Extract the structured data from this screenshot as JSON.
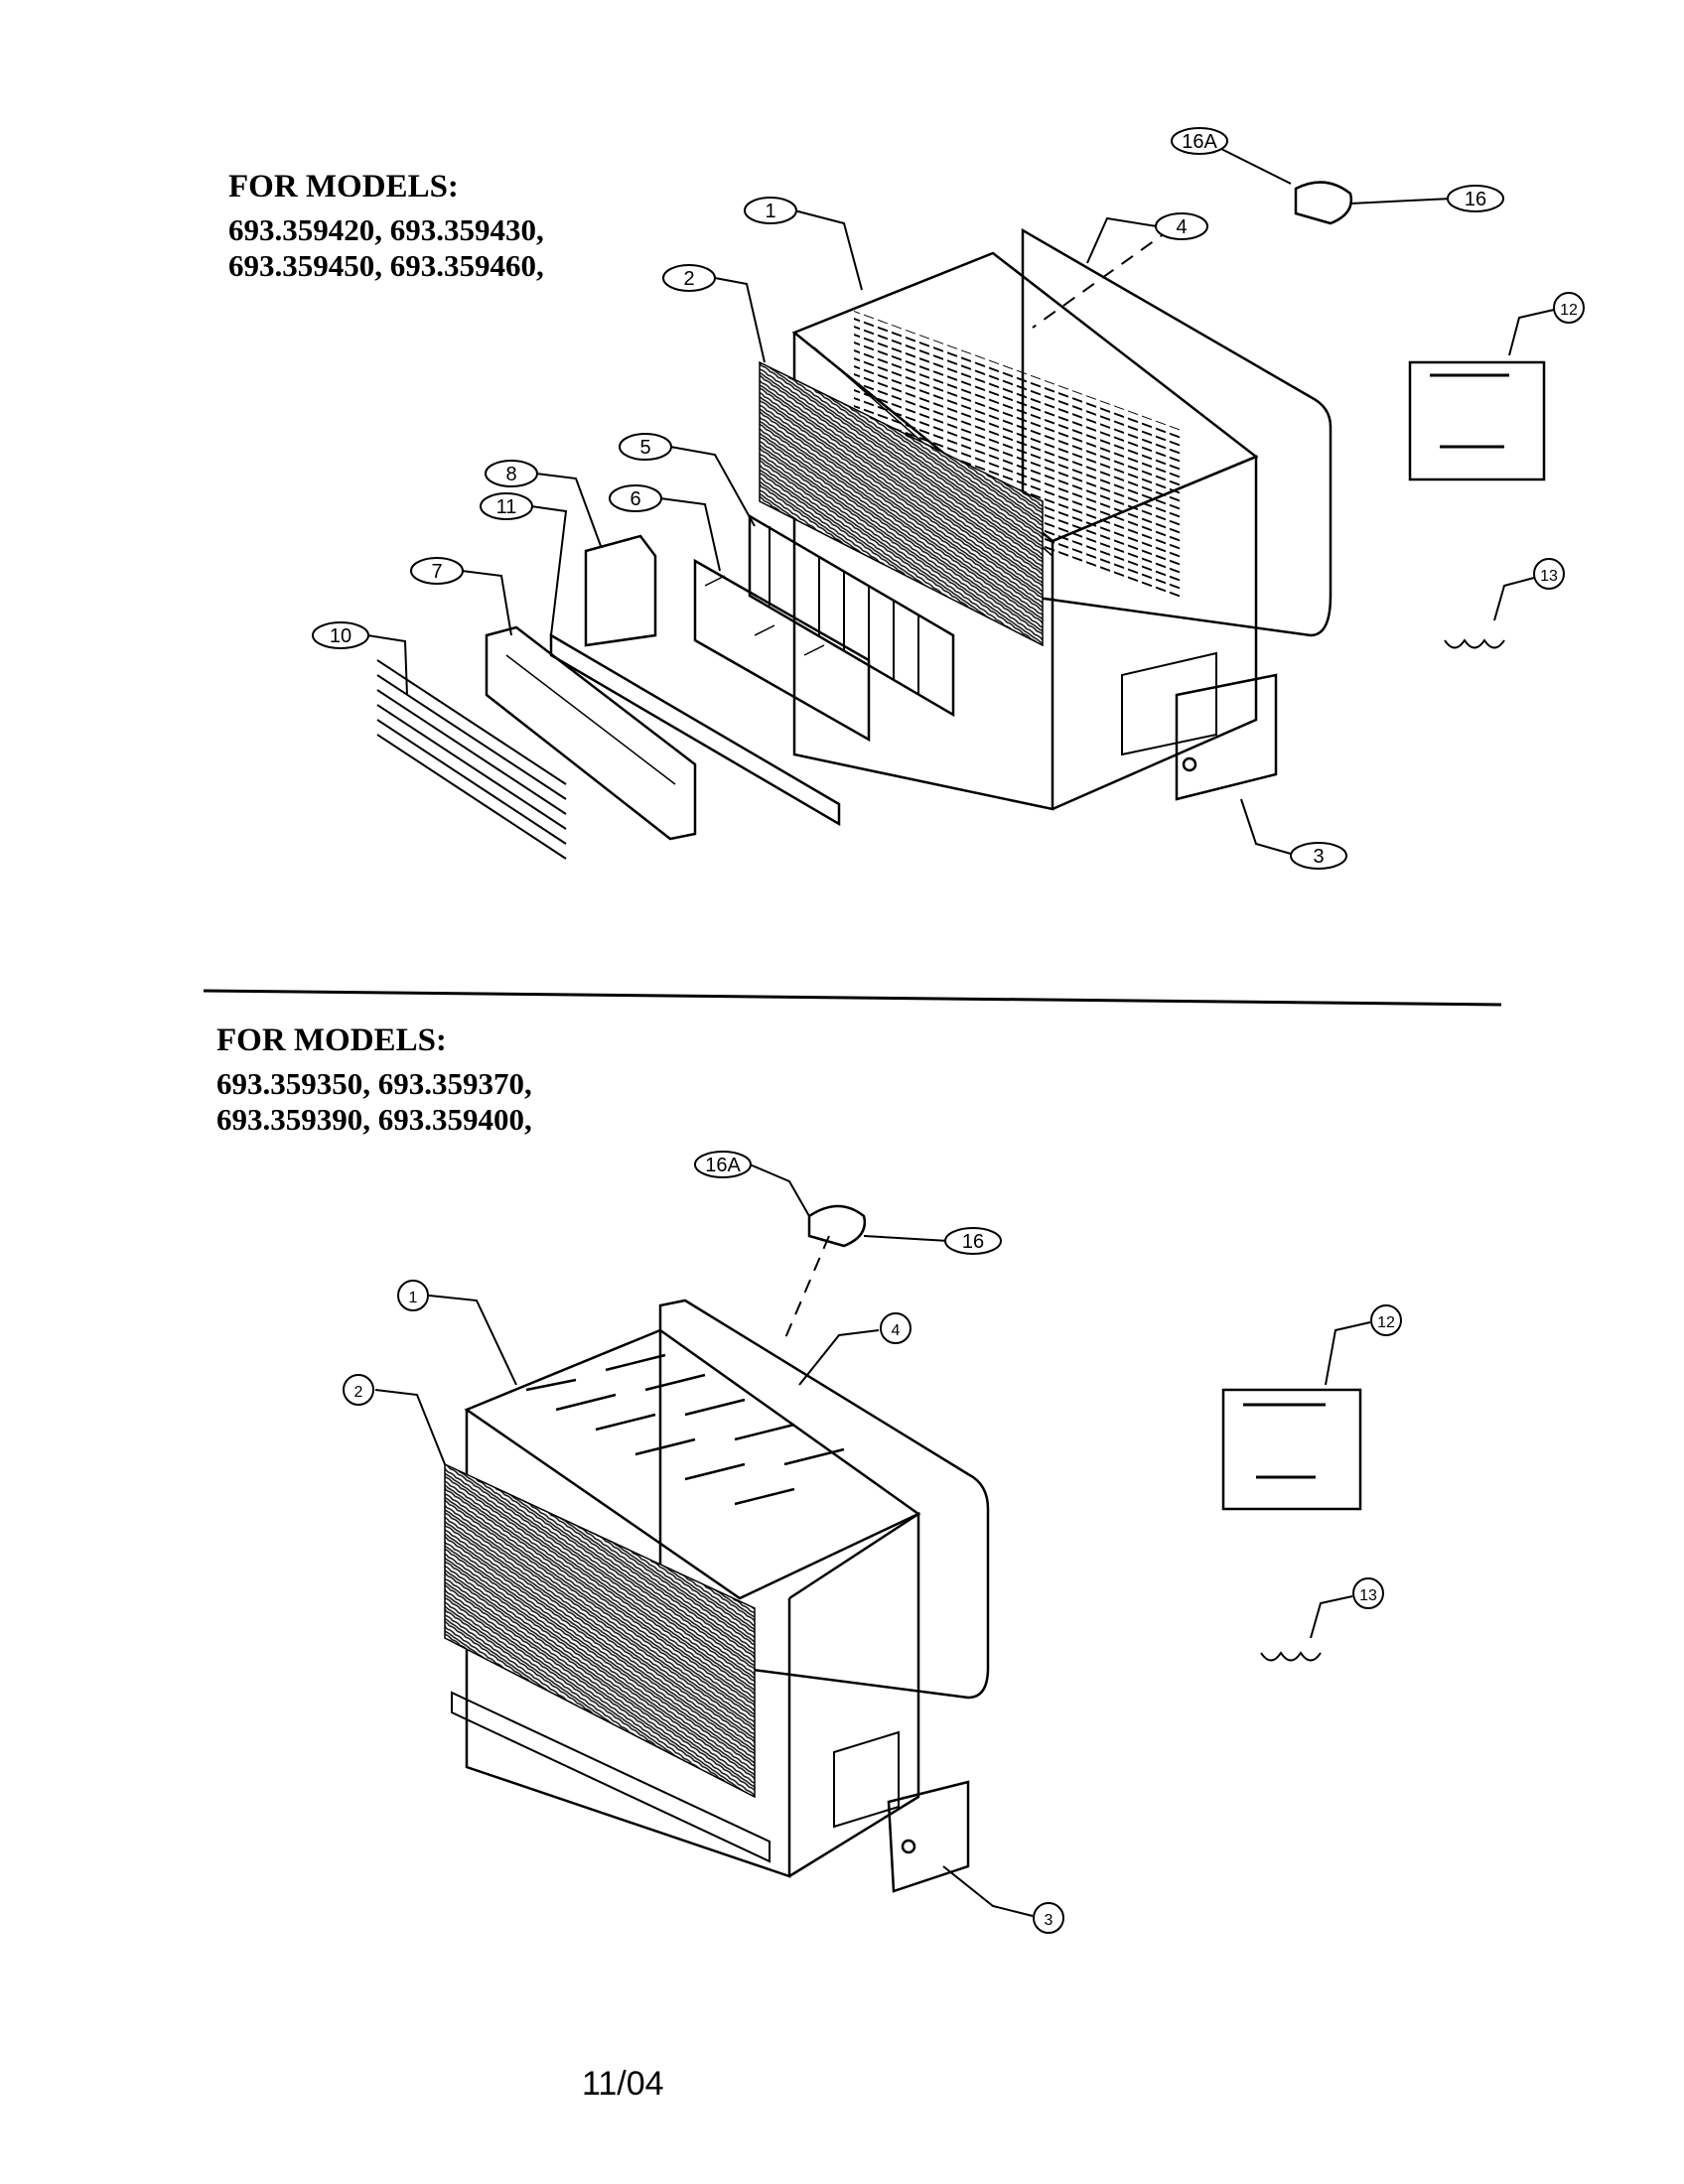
{
  "top": {
    "heading": "FOR MODELS:",
    "models_line1": "693.359420, 693.359430,",
    "models_line2": "693.359450, 693.359460,",
    "callouts": [
      "16A",
      "16",
      "1",
      "4",
      "2",
      "12",
      "5",
      "8",
      "6",
      "11",
      "7",
      "13",
      "10",
      "3"
    ]
  },
  "bottom": {
    "heading": "FOR MODELS:",
    "models_line1": "693.359350, 693.359370,",
    "models_line2": "693.359390, 693.359400,",
    "callouts": [
      "16A",
      "16",
      "1",
      "4",
      "2",
      "12",
      "13",
      "3"
    ]
  },
  "footer": {
    "date_code": "11/04"
  }
}
